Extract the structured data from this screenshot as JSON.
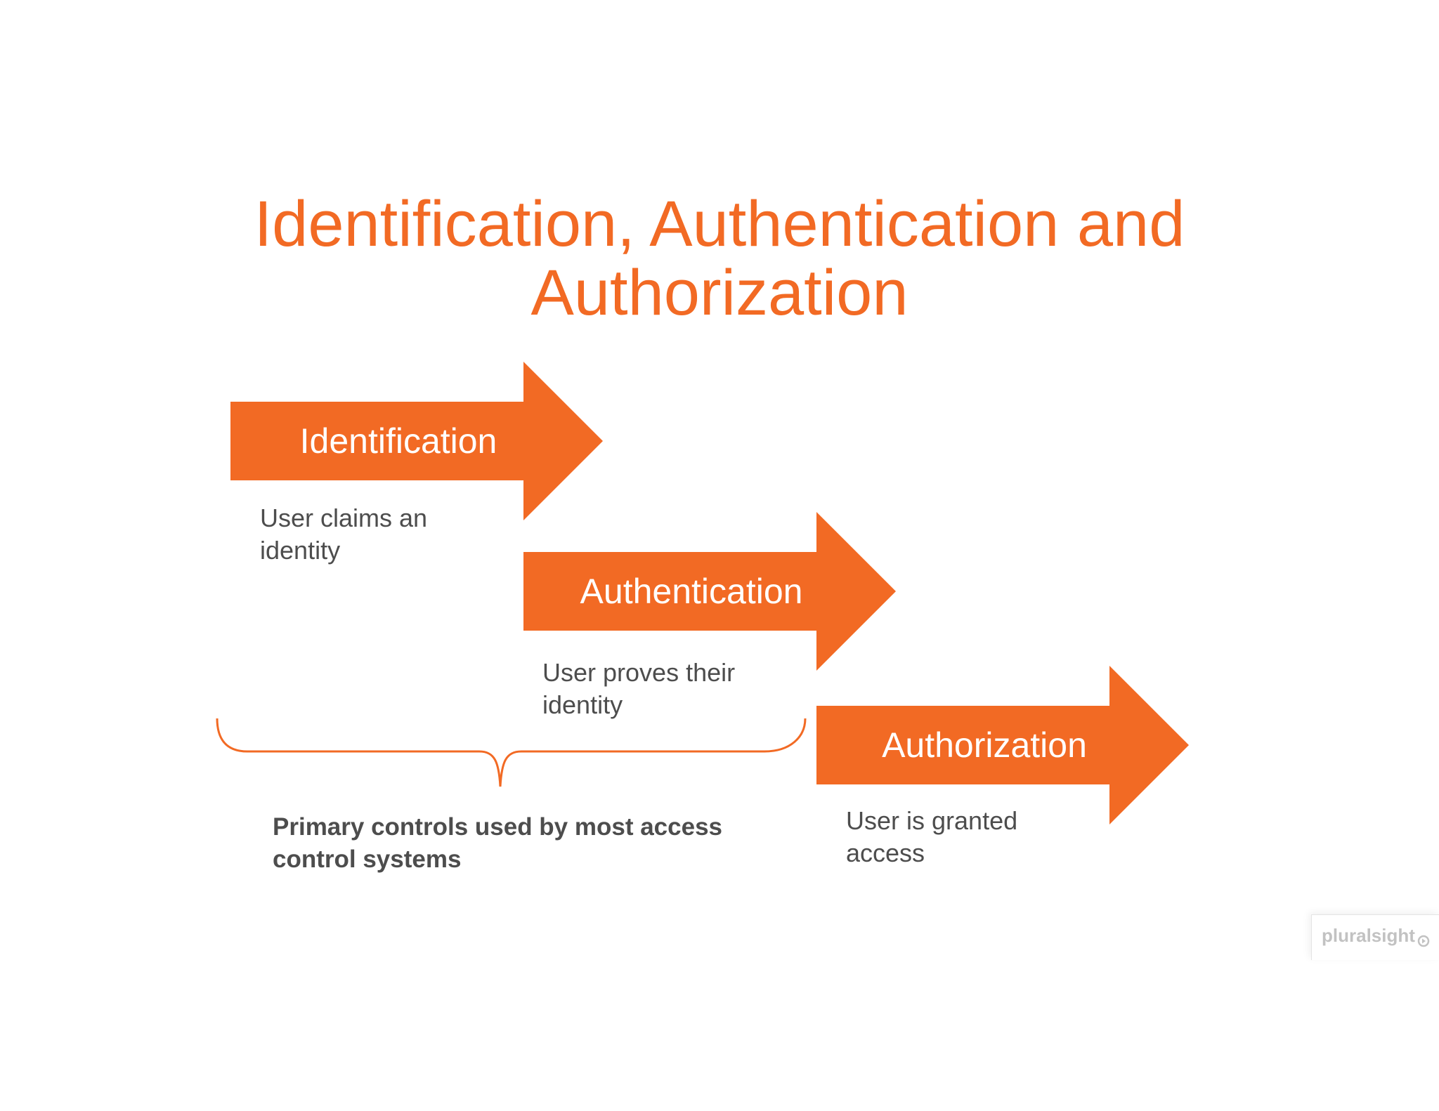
{
  "title": {
    "line1": "Identification, Authentication and",
    "line2": "Authorization"
  },
  "steps": [
    {
      "label": "Identification",
      "description_line1": "User claims an",
      "description_line2": "identity"
    },
    {
      "label": "Authentication",
      "description_line1": "User proves their",
      "description_line2": "identity"
    },
    {
      "label": "Authorization",
      "description_line1": "User is granted",
      "description_line2": "access"
    }
  ],
  "brace": {
    "caption_line1": "Primary controls used by most access",
    "caption_line2": "control systems"
  },
  "logo": {
    "text": "pluralsight",
    "icon": "play-circle-icon"
  },
  "colors": {
    "accent": "#f26a24",
    "text": "#4d4d4d",
    "logo": "#c2c2c2"
  }
}
